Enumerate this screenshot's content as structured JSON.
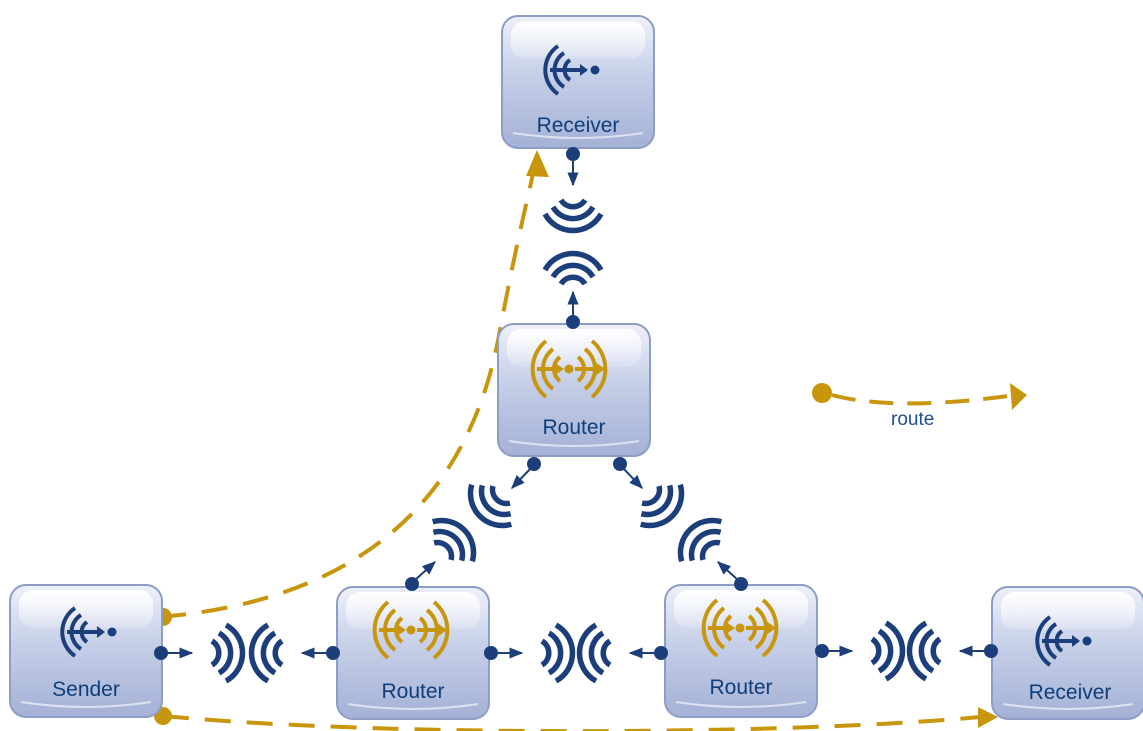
{
  "colors": {
    "node_fill_top": "#e6eaf6",
    "node_fill_bottom": "#aab6d8",
    "node_border": "#8c9cc8",
    "label": "#0f3e7a",
    "link": "#1c3f7c",
    "route": "#c8960c"
  },
  "nodes": {
    "receiver_top": {
      "label": "Receiver",
      "role": "receiver",
      "icon": "receiver-icon"
    },
    "router_top": {
      "label": "Router",
      "role": "router",
      "icon": "router-icon"
    },
    "sender": {
      "label": "Sender",
      "role": "sender",
      "icon": "sender-icon"
    },
    "router_left": {
      "label": "Router",
      "role": "router",
      "icon": "router-icon"
    },
    "router_right": {
      "label": "Router",
      "role": "router",
      "icon": "router-icon"
    },
    "receiver_right": {
      "label": "Receiver",
      "role": "receiver",
      "icon": "receiver-icon"
    }
  },
  "legend": {
    "route_label": "route"
  }
}
